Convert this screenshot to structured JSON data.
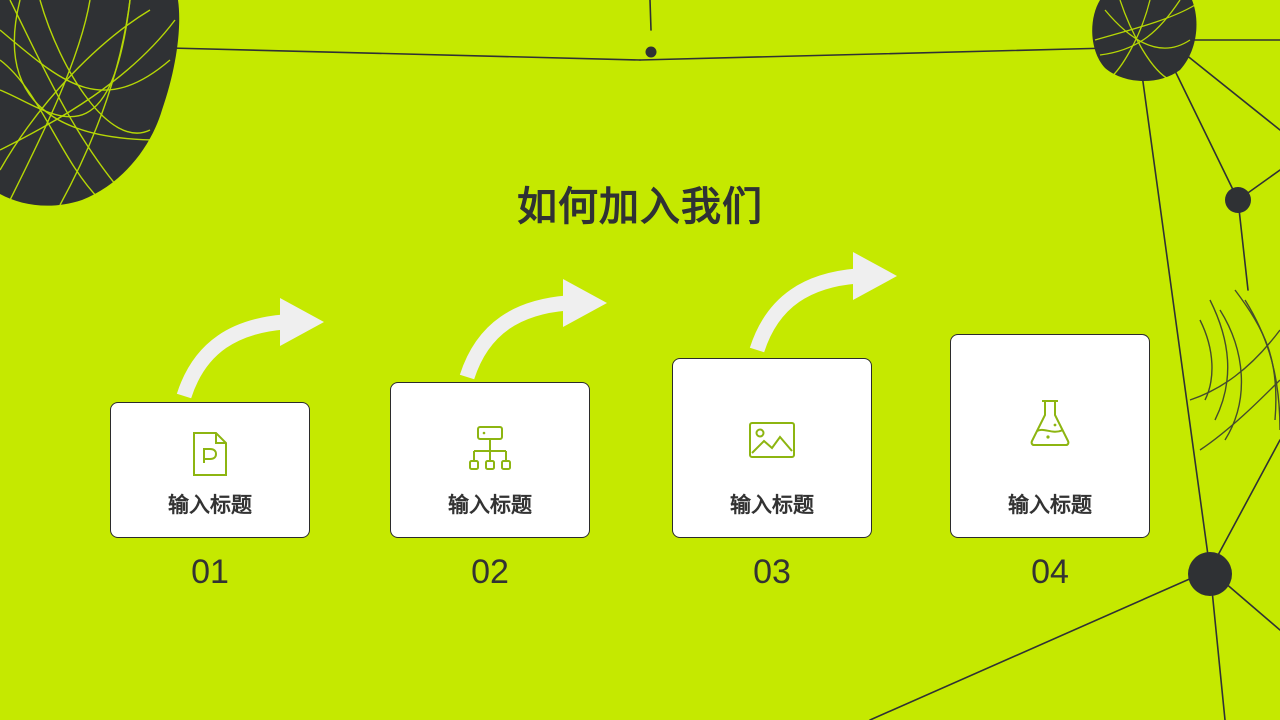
{
  "title": "如何加入我们",
  "steps": [
    {
      "label": "输入标题",
      "number": "01",
      "icon": "presentation-file-icon"
    },
    {
      "label": "输入标题",
      "number": "02",
      "icon": "hierarchy-chart-icon"
    },
    {
      "label": "输入标题",
      "number": "03",
      "icon": "image-icon"
    },
    {
      "label": "输入标题",
      "number": "04",
      "icon": "flask-icon"
    }
  ],
  "colors": {
    "background": "#c5e900",
    "dark": "#2f3134",
    "card": "#ffffff",
    "icon_accent": "#8db511",
    "arrow": "#efefef"
  }
}
